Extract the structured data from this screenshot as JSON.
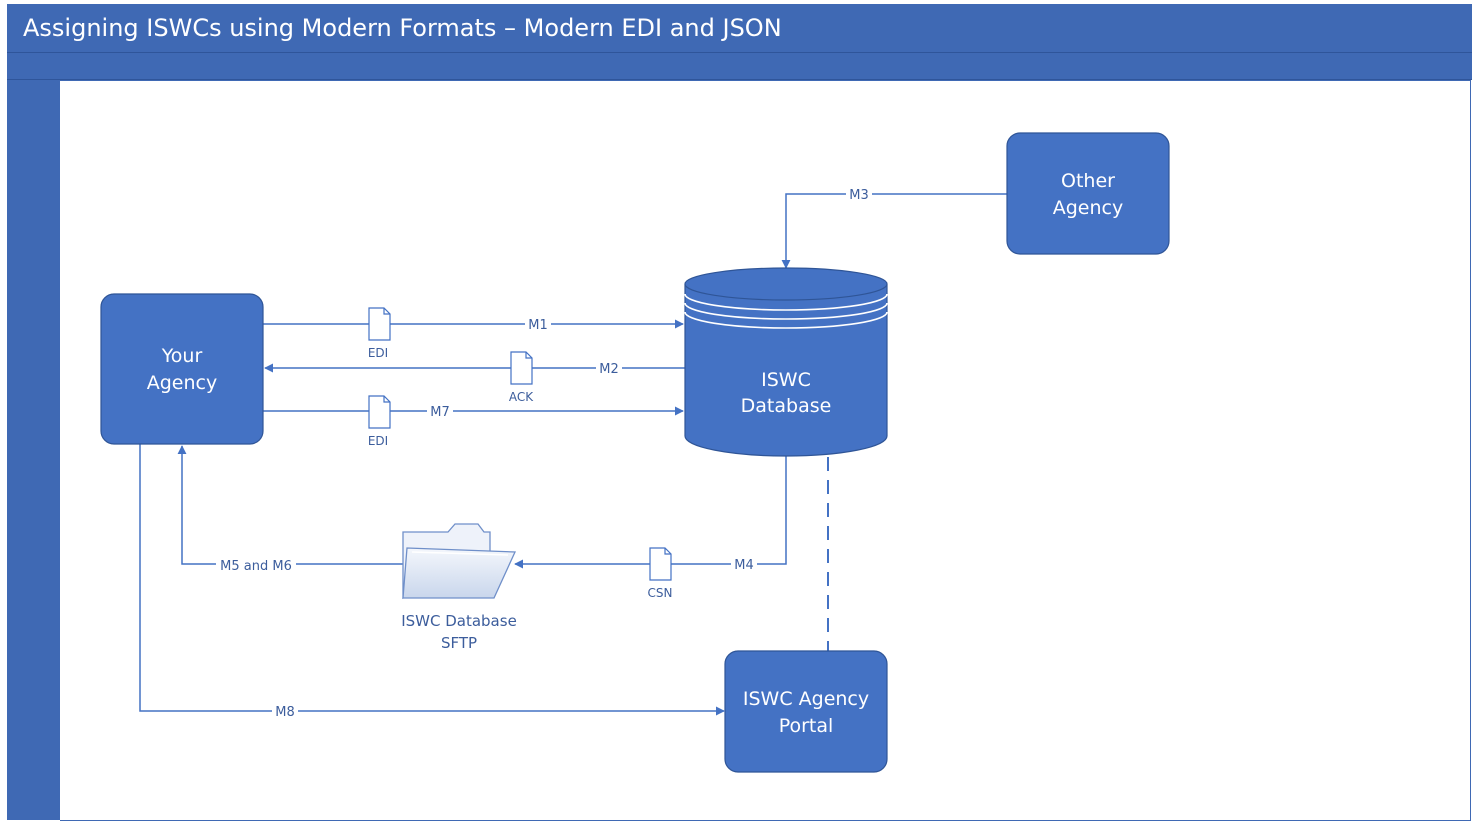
{
  "title": "Assigning ISWCs using Modern Formats – Modern EDI and JSON",
  "colors": {
    "header": "#3f69b4",
    "node_fill": "#4472c4",
    "node_stroke": "#2f5597",
    "line": "#4472c4",
    "label_text": "#3c5d9c"
  },
  "nodes": {
    "your_agency": [
      "Your",
      "Agency"
    ],
    "other_agency": [
      "Other",
      "Agency"
    ],
    "iswc_database": [
      "ISWC",
      "Database"
    ],
    "agency_portal": [
      "ISWC Agency",
      "Portal"
    ],
    "sftp": [
      "ISWC Database",
      "SFTP"
    ]
  },
  "edges": {
    "m1": "M1",
    "m2": "M2",
    "m3": "M3",
    "m4": "M4",
    "m5_m6": "M5 and M6",
    "m7": "M7",
    "m8": "M8"
  },
  "documents": {
    "edi_1": "EDI",
    "ack": "ACK",
    "edi_2": "EDI",
    "csn": "CSN"
  },
  "icons": {
    "document": "document-icon",
    "folder": "folder-icon",
    "database": "database-cylinder"
  }
}
